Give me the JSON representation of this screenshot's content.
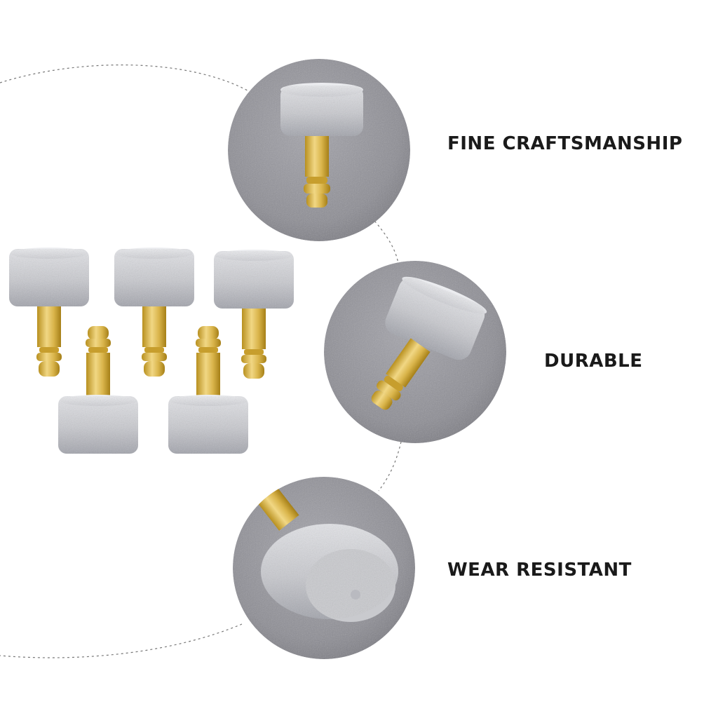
{
  "features": [
    {
      "label": "FINE CRAFTSMANSHIP"
    },
    {
      "label": "DURABLE"
    },
    {
      "label": "WEAR RESISTANT"
    }
  ],
  "colors": {
    "background": "#ffffff",
    "text": "#1a1a1a",
    "felt": "#8f8f96",
    "stone_light": "#dadbdf",
    "stone_dark": "#9c9ea6",
    "brass_light": "#f1d784",
    "brass_dark": "#b8901f",
    "dotted_line": "#777777"
  },
  "icons": [
    "diamond-grinding-bit-icon",
    "dotted-arc",
    "felt-circle-closeup"
  ]
}
